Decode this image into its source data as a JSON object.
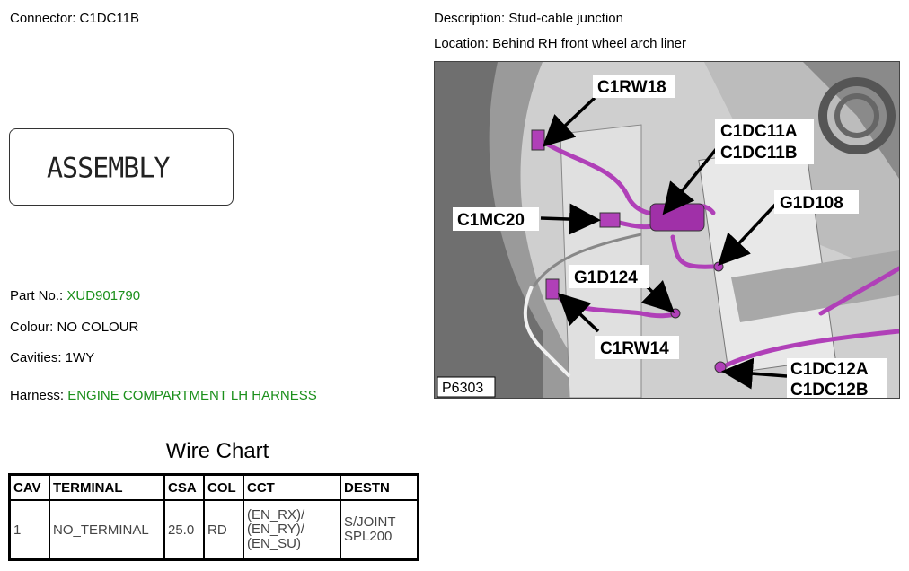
{
  "header": {
    "connector_label": "Connector:",
    "connector_value": "C1DC11B",
    "description_label": "Description:",
    "description_value": "Stud-cable junction",
    "location_label": "Location:",
    "location_value": "Behind RH front wheel arch liner"
  },
  "assembly": {
    "text": "ASSEMBLY"
  },
  "details": {
    "part_no_label": "Part No.:",
    "part_no_value": "XUD901790",
    "colour_label": "Colour:",
    "colour_value": "NO COLOUR",
    "cavities_label": "Cavities:",
    "cavities_value": "1WY",
    "harness_label": "Harness:",
    "harness_value": "ENGINE COMPARTMENT LH HARNESS"
  },
  "wire_chart": {
    "title": "Wire Chart",
    "columns": [
      "CAV",
      "TERMINAL",
      "CSA",
      "COL",
      "CCT",
      "DESTN"
    ],
    "rows": [
      {
        "cav": "1",
        "terminal": "NO_TERMINAL",
        "csa": "25.0",
        "col": "RD",
        "cct": "(EN_RX)/\n(EN_RY)/\n(EN_SU)",
        "destn": "S/JOINT\nSPL200"
      }
    ]
  },
  "photo": {
    "callouts": {
      "c1rw18": "C1RW18",
      "c1dc11a": "C1DC11A",
      "c1dc11b": "C1DC11B",
      "c1mc20": "C1MC20",
      "g1d108": "G1D108",
      "g1d124": "G1D124",
      "c1rw14": "C1RW14",
      "c1dc12a": "C1DC12A",
      "c1dc12b": "C1DC12B"
    },
    "figure_id": "P6303"
  },
  "colors": {
    "harness_purple": "#b040b8",
    "part_green": "#1a8f1a",
    "photo_gray": "#d9d9d9"
  }
}
